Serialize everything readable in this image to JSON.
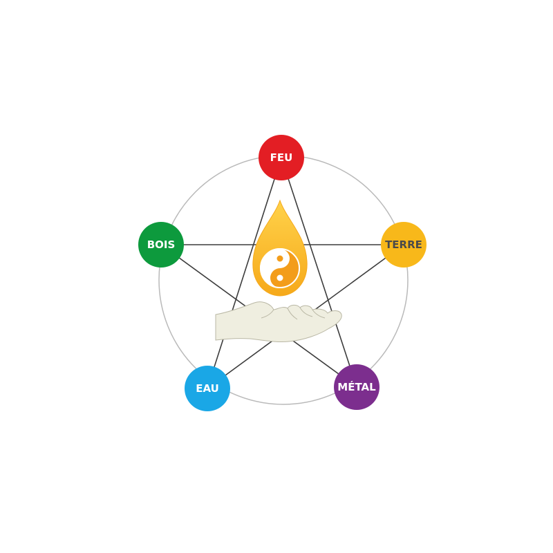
{
  "diagram": {
    "elements": [
      {
        "id": "feu",
        "label": "FEU",
        "color": "#e31e24",
        "text_color": "#ffffff"
      },
      {
        "id": "terre",
        "label": "TERRE",
        "color": "#f8b81a",
        "text_color": "#4a4a4a"
      },
      {
        "id": "metal",
        "label": "MÉTAL",
        "color": "#7c2e8e",
        "text_color": "#ffffff"
      },
      {
        "id": "eau",
        "label": "EAU",
        "color": "#1aa7e6",
        "text_color": "#ffffff"
      },
      {
        "id": "bois",
        "label": "BOIS",
        "color": "#0d9a3d",
        "text_color": "#ffffff"
      }
    ],
    "edge_color": "#3c3c3c",
    "circle_color": "#b9b9b9",
    "center": {
      "drop_icon": "oil-drop-icon",
      "yin_yang_icon": "yin-yang-icon",
      "hand_icon": "open-hand-icon",
      "drop_color": "#f8b81a",
      "hand_color": "#efeee0"
    }
  }
}
